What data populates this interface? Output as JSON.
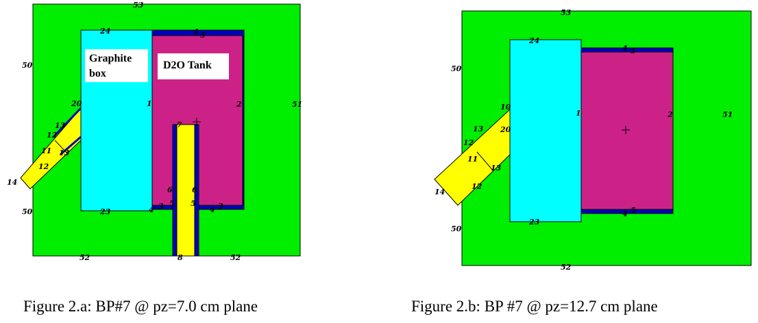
{
  "colors": {
    "reflector": "#00ee00",
    "graphite": "#00ffff",
    "d2o": "#cc2288",
    "channel": "#ffff00",
    "liner": "#0000bb",
    "outline": "#000000"
  },
  "figure_a": {
    "graphite_label_line1": "Graphite",
    "graphite_label_line2": "box",
    "tank_label": "D2O Tank",
    "caption": "Figure 2.a: BP#7 @ pz=7.0 cm plane",
    "surface_labels": {
      "s53": "53",
      "s50_top": "50",
      "s50_bot": "50",
      "s51": "51",
      "s52_left": "52",
      "s52_right": "52",
      "s24": "24",
      "s23": "23",
      "s4_top": "4",
      "s5_top": "5",
      "s1": "1",
      "s2": "2",
      "s20": "20",
      "s13": "13",
      "s12a": "12",
      "s11": "11",
      "s13b": "13",
      "s12b": "12",
      "s14": "14",
      "s7": "7",
      "s6_left": "6",
      "s6_right": "6",
      "s4_bot": "4",
      "s3_left": "3",
      "s5_left": "5",
      "s5_right": "5",
      "s4_right": "4",
      "s3_right": "3",
      "s8": "8"
    }
  },
  "figure_b": {
    "caption": "Figure 2.b: BP #7 @ pz=12.7 cm plane",
    "surface_labels": {
      "s53": "53",
      "s50_top": "50",
      "s50_bot": "50",
      "s51": "51",
      "s52": "52",
      "s24": "24",
      "s23": "23",
      "s4_top": "4",
      "s5_top": "5",
      "s1": "1",
      "s2": "2",
      "s10": "10",
      "s20": "20",
      "s13": "13",
      "s12": "12",
      "s11": "11",
      "s13b": "13",
      "s12b": "12",
      "s14": "14",
      "s4_bot": "4",
      "s5_bot": "5"
    }
  }
}
